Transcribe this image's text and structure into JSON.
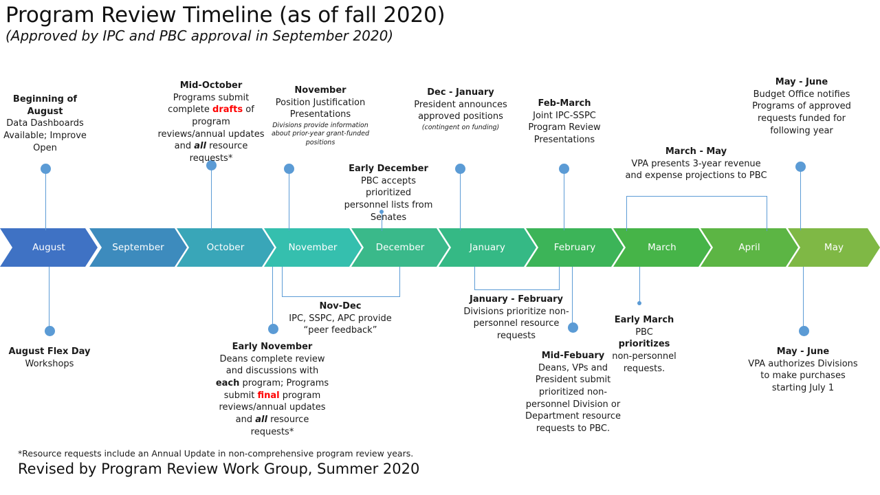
{
  "title": "Program Review Timeline (as of fall 2020)",
  "subtitle": "(Approved by IPC and PBC approval in September 2020)",
  "months": [
    {
      "label": "August",
      "color": "#3f72c4"
    },
    {
      "label": "September",
      "color": "#3d8bbd"
    },
    {
      "label": "October",
      "color": "#39a6b8"
    },
    {
      "label": "November",
      "color": "#35bfae"
    },
    {
      "label": "December",
      "color": "#3ab98a"
    },
    {
      "label": "January",
      "color": "#35b985"
    },
    {
      "label": "February",
      "color": "#3cb458"
    },
    {
      "label": "March",
      "color": "#46b448"
    },
    {
      "label": "April",
      "color": "#5cb544"
    },
    {
      "label": "May",
      "color": "#7fb845"
    }
  ],
  "callouts_above": [
    {
      "name": "beginning-of-august",
      "heading": "Beginning of August",
      "body": "Data Dashboards Available; Improve Open"
    },
    {
      "name": "mid-october",
      "heading": "Mid-October",
      "body_1": "Programs submit complete ",
      "emphasis_red": "drafts",
      "body_2": " of program reviews/annual updates and ",
      "emphasis_bold_italic": "all",
      "body_3": " resource requests*"
    },
    {
      "name": "november",
      "heading": "November",
      "body": "Position Justification Presentations",
      "fine_print": "Divisions provide information about prior-year grant-funded positions"
    },
    {
      "name": "early-december",
      "heading": "Early December",
      "body": "PBC accepts prioritized personnel lists from Senates"
    },
    {
      "name": "dec-january",
      "heading": "Dec - January",
      "body": "President announces approved positions",
      "fine_print": "(contingent on funding)"
    },
    {
      "name": "feb-march",
      "heading": "Feb-March",
      "body": "Joint IPC-SSPC Program  Review Presentations"
    },
    {
      "name": "march-may",
      "heading": "March - May",
      "body": "VPA presents 3-year revenue and expense projections to PBC"
    },
    {
      "name": "may-june-budget-office",
      "heading": "May - June",
      "body": "Budget Office notifies Programs of approved requests funded for following year"
    }
  ],
  "callouts_below": [
    {
      "name": "august-flex-day",
      "heading": "August Flex Day",
      "body": "Workshops"
    },
    {
      "name": "early-november",
      "heading": "Early November",
      "body_1": "Deans complete review and discussions  with ",
      "emphasis_bold_1": "each",
      "body_2": " program; Programs submit ",
      "emphasis_red": "final",
      "body_3": " program reviews/annual updates and ",
      "emphasis_bold_italic": "all",
      "body_4": " resource requests*"
    },
    {
      "name": "nov-dec",
      "heading": "Nov-Dec",
      "body": "IPC, SSPC,  APC provide “peer feedback”"
    },
    {
      "name": "january-february",
      "heading": "January - February",
      "body": "Divisions prioritize non-personnel resource requests"
    },
    {
      "name": "mid-february",
      "heading": "Mid-Febuary",
      "body": "Deans, VPs and President submit prioritized non-personnel Division or Department  resource requests to PBC."
    },
    {
      "name": "early-march",
      "heading": "Early March",
      "body_1": "PBC ",
      "emphasis_bold": "prioritizes",
      "body_2": " non-personnel requests."
    },
    {
      "name": "may-june-vpa",
      "heading": "May - June",
      "body": "VPA authorizes Divisions to make purchases starting July 1"
    }
  ],
  "footnote": "*Resource requests include an Annual Update in non-comprehensive program review years.",
  "revised": "Revised by Program Review Work Group, Summer 2020",
  "accent_color": "#5b9bd5",
  "highlight_color": "#ff0000"
}
